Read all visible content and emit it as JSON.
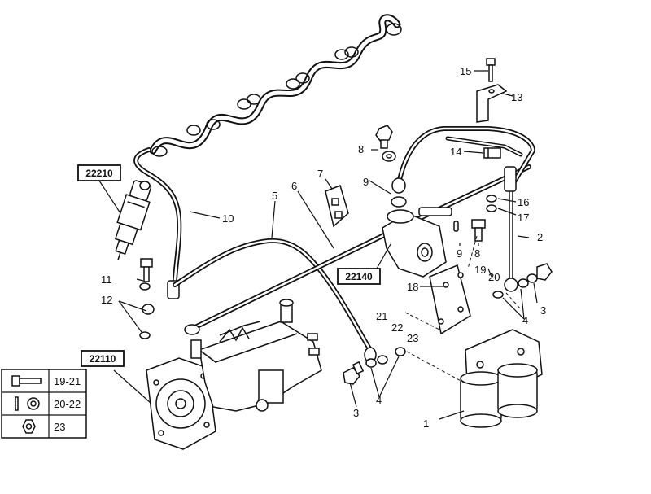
{
  "labels": {
    "l1": "1",
    "l2": "2",
    "l3a": "3",
    "l3b": "3",
    "l4a": "4",
    "l4b": "4",
    "l5": "5",
    "l6": "6",
    "l7": "7",
    "l8a": "8",
    "l8b": "8",
    "l9a": "9",
    "l9b": "9",
    "l10": "10",
    "l11": "11",
    "l12": "12",
    "l13": "13",
    "l14": "14",
    "l15": "15",
    "l16": "16",
    "l17": "17",
    "l18": "18",
    "l19": "19",
    "l20": "20",
    "l21": "21",
    "l22": "22",
    "l23": "23"
  },
  "boxes": {
    "injector": "22210",
    "pump": "22110",
    "filter_head": "22140"
  },
  "legend": [
    {
      "icon": "bolt-icon",
      "range": "19-21"
    },
    {
      "icon": "washer-icon",
      "range": "20-22"
    },
    {
      "icon": "nut-icon",
      "range": "23"
    }
  ]
}
